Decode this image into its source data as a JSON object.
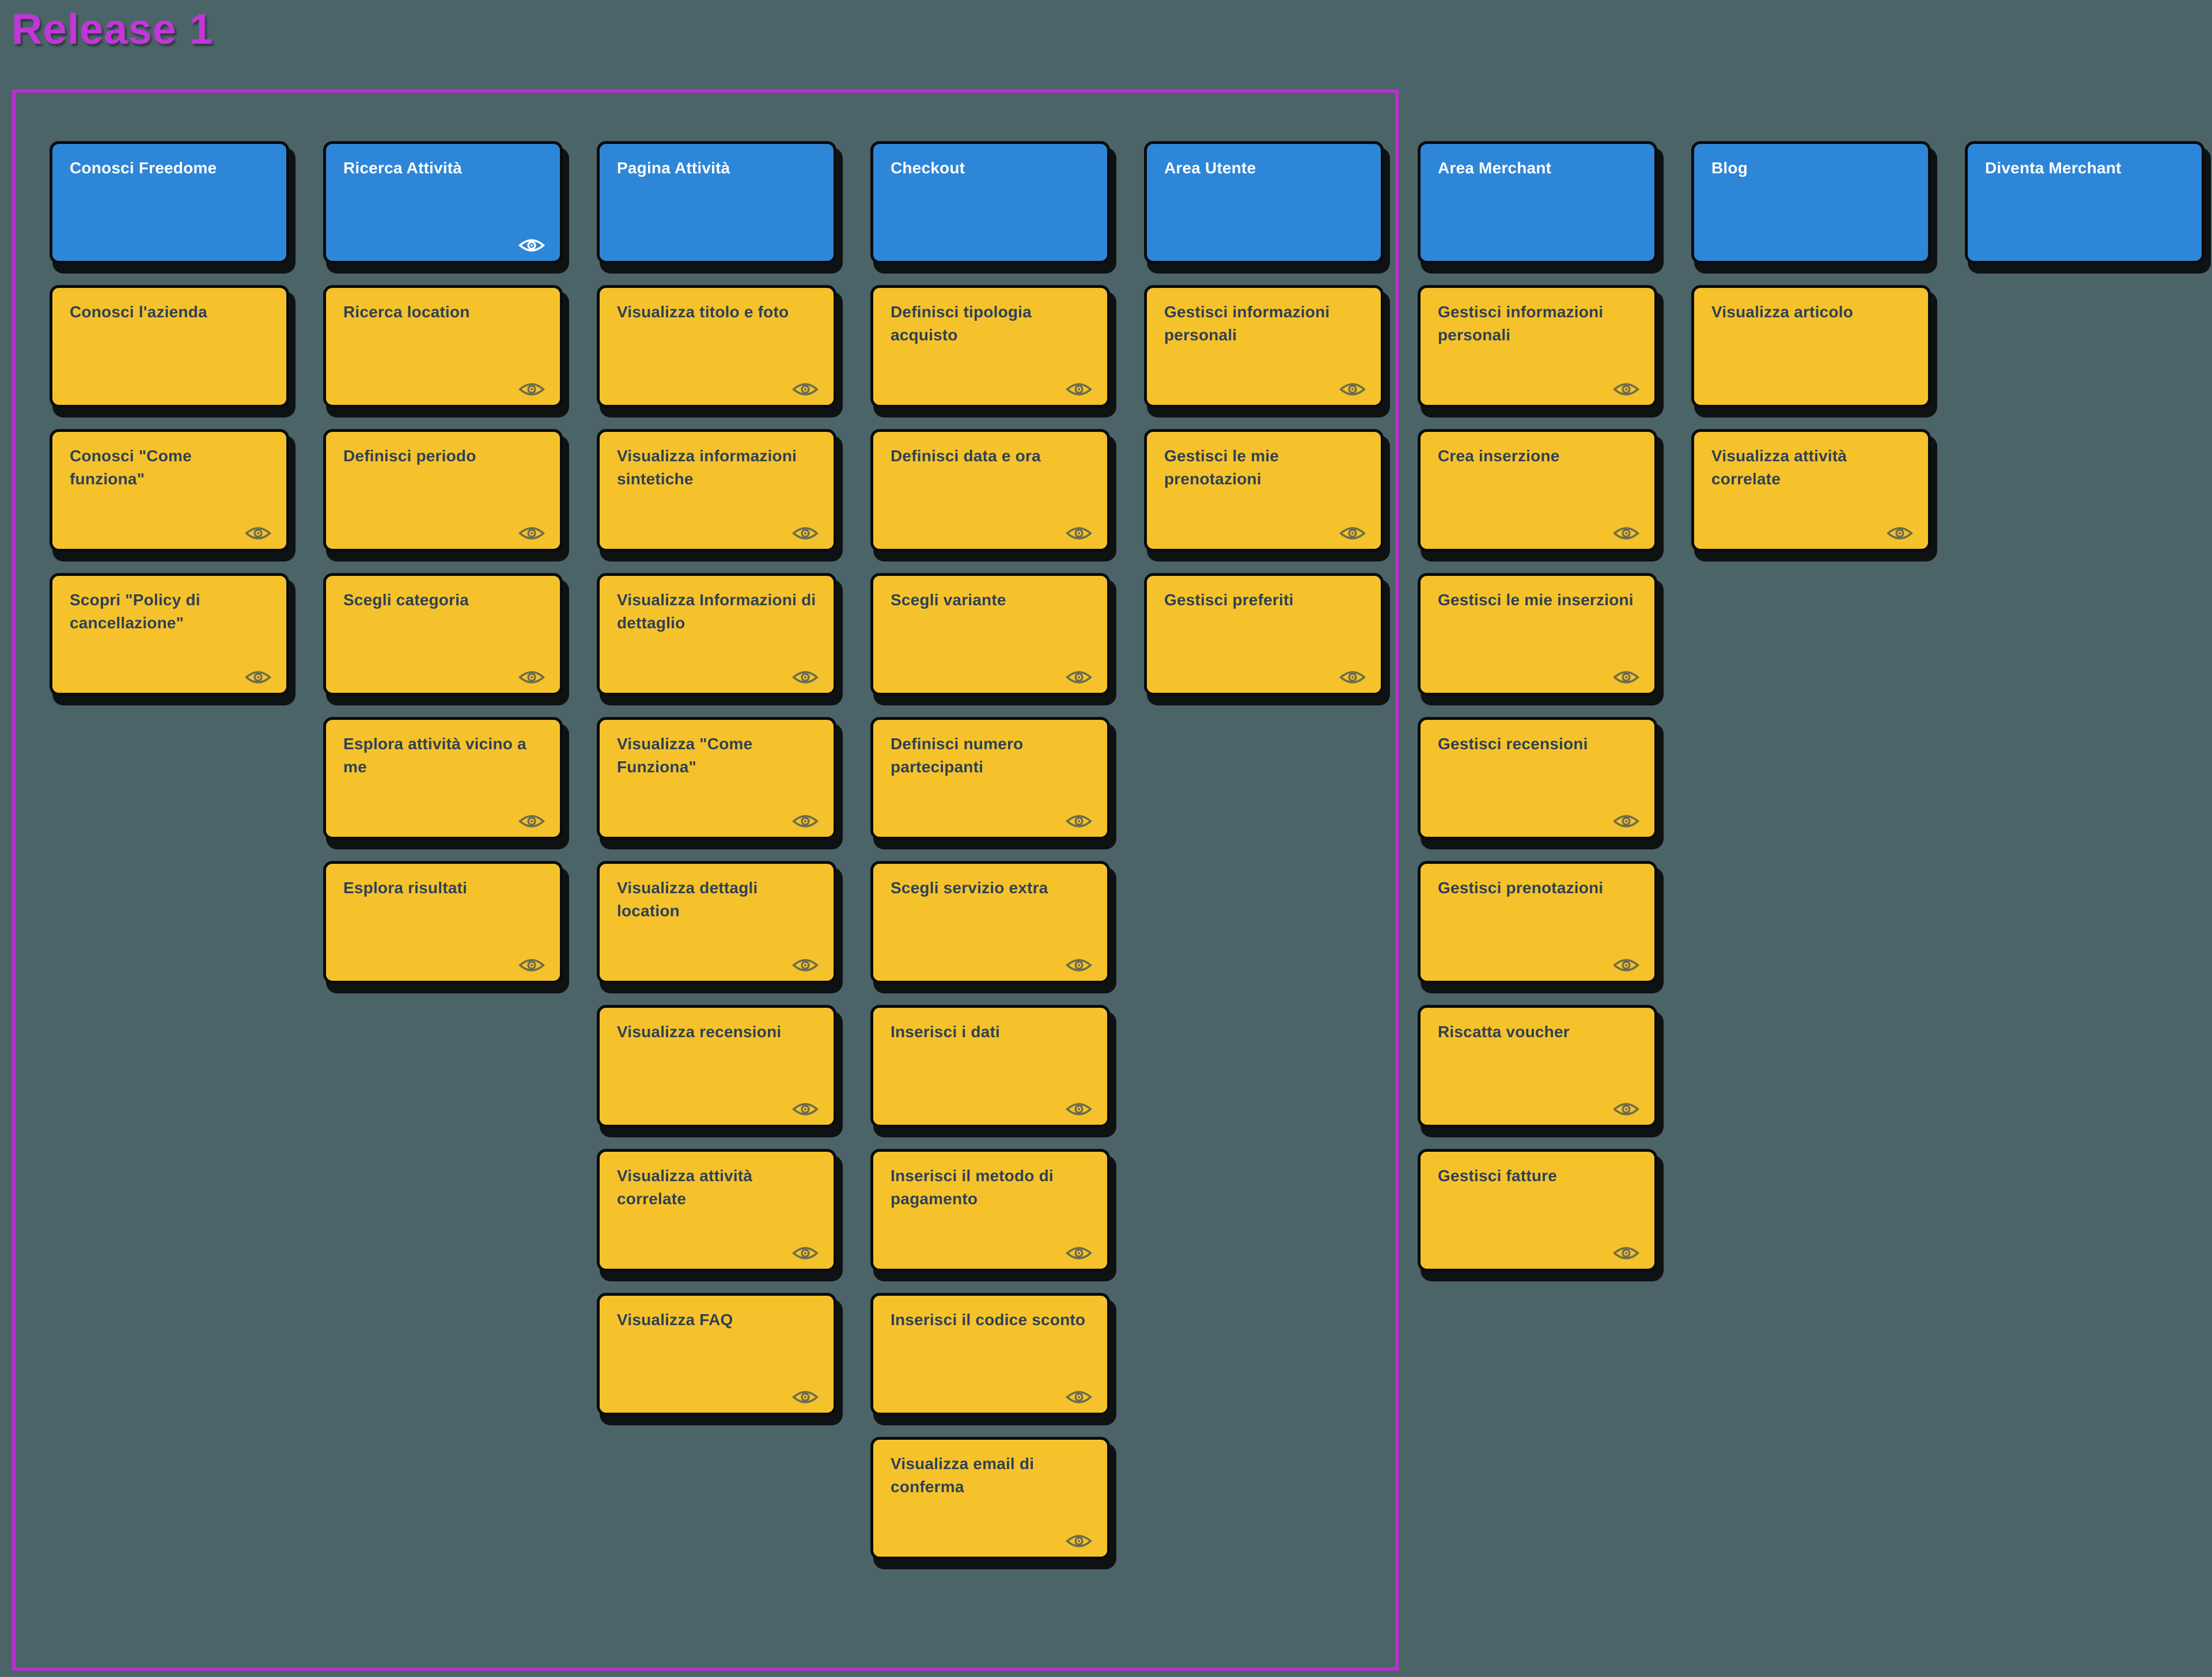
{
  "page": {
    "title": "Release 1"
  },
  "colors": {
    "background": "#4b6468",
    "release_frame": "#bb2fd0",
    "title": "#c137d6",
    "header_card": "#2e86d8",
    "story_card": "#f5c22c",
    "card_border": "#0a0b0c",
    "card_text": "#2e4154",
    "eye_on_story_card": "#6b6d4d",
    "eye_on_header_card": "#ffffff"
  },
  "board": {
    "columns": [
      {
        "header": {
          "label": "Conosci Freedome",
          "has_eye": false
        },
        "cards": [
          {
            "label": "Conosci l'azienda",
            "has_eye": false
          },
          {
            "label": "Conosci \"Come funziona\"",
            "has_eye": true
          },
          {
            "label": "Scopri \"Policy di cancellazione\"",
            "has_eye": true
          }
        ]
      },
      {
        "header": {
          "label": "Ricerca Attività",
          "has_eye": true
        },
        "cards": [
          {
            "label": "Ricerca location",
            "has_eye": true
          },
          {
            "label": "Definisci periodo",
            "has_eye": true
          },
          {
            "label": "Scegli categoria",
            "has_eye": true
          },
          {
            "label": "Esplora attività vicino a me",
            "has_eye": true
          },
          {
            "label": "Esplora risultati",
            "has_eye": true
          }
        ]
      },
      {
        "header": {
          "label": "Pagina Attività",
          "has_eye": false
        },
        "cards": [
          {
            "label": "Visualizza titolo e foto",
            "has_eye": true
          },
          {
            "label": "Visualizza informazioni sintetiche",
            "has_eye": true
          },
          {
            "label": "Visualizza Informazioni di dettaglio",
            "has_eye": true
          },
          {
            "label": "Visualizza \"Come Funziona\"",
            "has_eye": true
          },
          {
            "label": "Visualizza dettagli location",
            "has_eye": true
          },
          {
            "label": "Visualizza recensioni",
            "has_eye": true
          },
          {
            "label": "Visualizza attività correlate",
            "has_eye": true
          },
          {
            "label": "Visualizza FAQ",
            "has_eye": true
          }
        ]
      },
      {
        "header": {
          "label": "Checkout",
          "has_eye": false
        },
        "cards": [
          {
            "label": "Definisci tipologia acquisto",
            "has_eye": true
          },
          {
            "label": "Definisci data e ora",
            "has_eye": true
          },
          {
            "label": "Scegli variante",
            "has_eye": true
          },
          {
            "label": "Definisci numero partecipanti",
            "has_eye": true
          },
          {
            "label": "Scegli servizio extra",
            "has_eye": true
          },
          {
            "label": "Inserisci i dati",
            "has_eye": true
          },
          {
            "label": "Inserisci il metodo di pagamento",
            "has_eye": true
          },
          {
            "label": "Inserisci il codice sconto",
            "has_eye": true
          },
          {
            "label": "Visualizza email di conferma",
            "has_eye": true
          }
        ]
      },
      {
        "header": {
          "label": "Area Utente",
          "has_eye": false
        },
        "cards": [
          {
            "label": "Gestisci informazioni personali",
            "has_eye": true
          },
          {
            "label": "Gestisci le mie prenotazioni",
            "has_eye": true
          },
          {
            "label": "Gestisci preferiti",
            "has_eye": true
          }
        ]
      },
      {
        "header": {
          "label": "Area Merchant",
          "has_eye": false
        },
        "cards": [
          {
            "label": "Gestisci informazioni personali",
            "has_eye": true
          },
          {
            "label": "Crea inserzione",
            "has_eye": true
          },
          {
            "label": "Gestisci le mie inserzioni",
            "has_eye": true
          },
          {
            "label": "Gestisci recensioni",
            "has_eye": true
          },
          {
            "label": "Gestisci prenotazioni",
            "has_eye": true
          },
          {
            "label": "Riscatta voucher",
            "has_eye": true
          },
          {
            "label": "Gestisci fatture",
            "has_eye": true
          }
        ]
      },
      {
        "header": {
          "label": "Blog",
          "has_eye": false
        },
        "cards": [
          {
            "label": "Visualizza articolo",
            "has_eye": false
          },
          {
            "label": "Visualizza attività correlate",
            "has_eye": true
          }
        ]
      },
      {
        "header": {
          "label": "Diventa Merchant",
          "has_eye": false
        },
        "cards": []
      }
    ]
  }
}
